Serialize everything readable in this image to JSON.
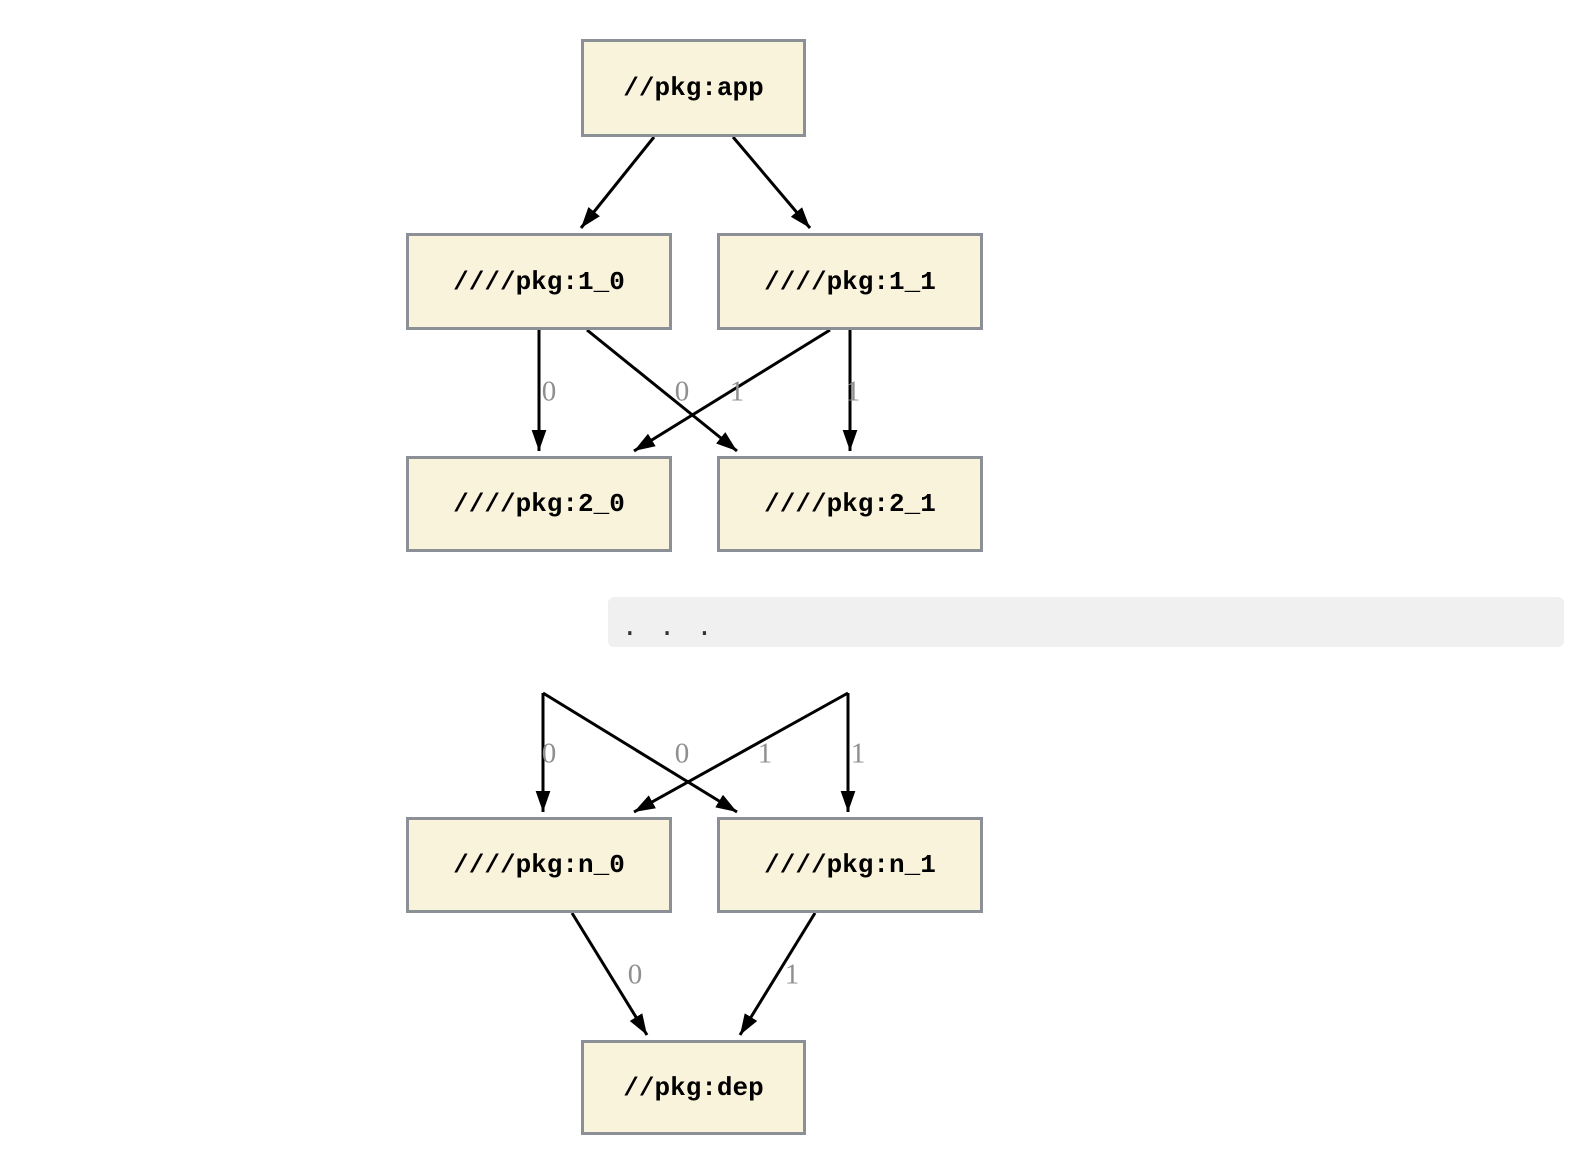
{
  "diagram": {
    "kind": "package-version-dependency-graph",
    "colors": {
      "background": "#FFFFFF",
      "node_fill": "#FAF3DC",
      "node_border": "#8A9096",
      "node_text": "#000000",
      "edge": "#000000",
      "edge_label": "#8F8F8F",
      "ellipsis_band_fill": "#F0F0F1",
      "ellipsis_text": "#333333"
    },
    "nodes": [
      {
        "id": "app",
        "label": "//pkg:app"
      },
      {
        "id": "1_0",
        "label": "////pkg:1_0"
      },
      {
        "id": "1_1",
        "label": "////pkg:1_1"
      },
      {
        "id": "2_0",
        "label": "////pkg:2_0"
      },
      {
        "id": "2_1",
        "label": "////pkg:2_1"
      },
      {
        "id": "n_0",
        "label": "////pkg:n_0"
      },
      {
        "id": "n_1",
        "label": "////pkg:n_1"
      },
      {
        "id": "dep",
        "label": "//pkg:dep"
      }
    ],
    "ellipsis": ". . .",
    "edges": [
      {
        "from": "//pkg:app",
        "to": "////pkg:1_0",
        "label": ""
      },
      {
        "from": "//pkg:app",
        "to": "////pkg:1_1",
        "label": ""
      },
      {
        "from": "////pkg:1_0",
        "to": "////pkg:2_0",
        "label": "0"
      },
      {
        "from": "////pkg:1_1",
        "to": "////pkg:2_0",
        "label": "0"
      },
      {
        "from": "////pkg:1_0",
        "to": "////pkg:2_1",
        "label": "1"
      },
      {
        "from": "////pkg:1_1",
        "to": "////pkg:2_1",
        "label": "1"
      },
      {
        "from": "...",
        "to": "////pkg:n_0",
        "label": "0"
      },
      {
        "from": "...",
        "to": "////pkg:n_0",
        "label": "0"
      },
      {
        "from": "...",
        "to": "////pkg:n_1",
        "label": "1"
      },
      {
        "from": "...",
        "to": "////pkg:n_1",
        "label": "1"
      },
      {
        "from": "////pkg:n_0",
        "to": "//pkg:dep",
        "label": "0"
      },
      {
        "from": "////pkg:n_1",
        "to": "//pkg:dep",
        "label": "1"
      }
    ]
  }
}
